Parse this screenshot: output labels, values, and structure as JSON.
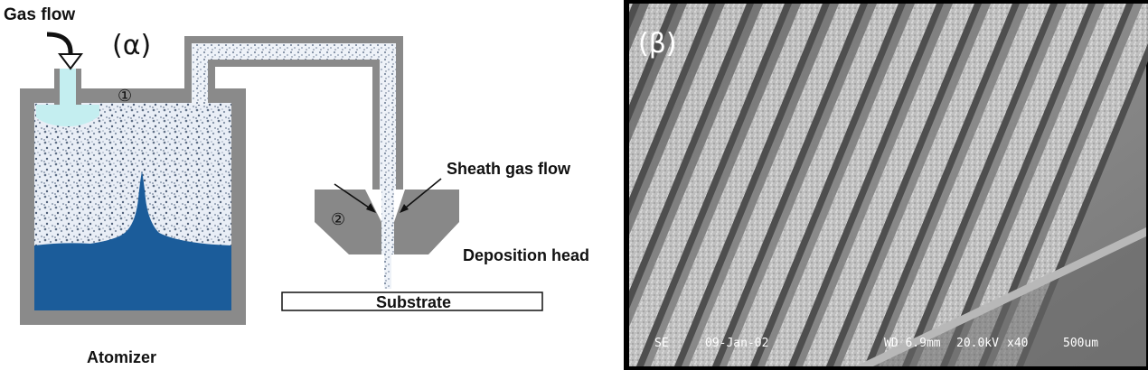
{
  "panel_a": {
    "tag": "(α)",
    "labels": {
      "gas_flow": "Gas flow",
      "marker_1": "①",
      "sheath_gas_flow": "Sheath gas flow",
      "marker_2": "②",
      "deposition_head": "Deposition head",
      "substrate": "Substrate",
      "atomizer": "Atomizer"
    },
    "colors": {
      "wall": "#8a8a8a",
      "mist": "#e8eef6",
      "liquid": "#1b5c9a",
      "gas_inlet": "#c4eef0",
      "head": "#888888"
    }
  },
  "panel_b": {
    "tag": "(β)",
    "sem_info": {
      "detector": "SE",
      "date": "09-Jan-02",
      "working_distance": "WD 6.9mm",
      "voltage": "20.0kV",
      "magnification": "x40",
      "scale": "500um"
    }
  }
}
